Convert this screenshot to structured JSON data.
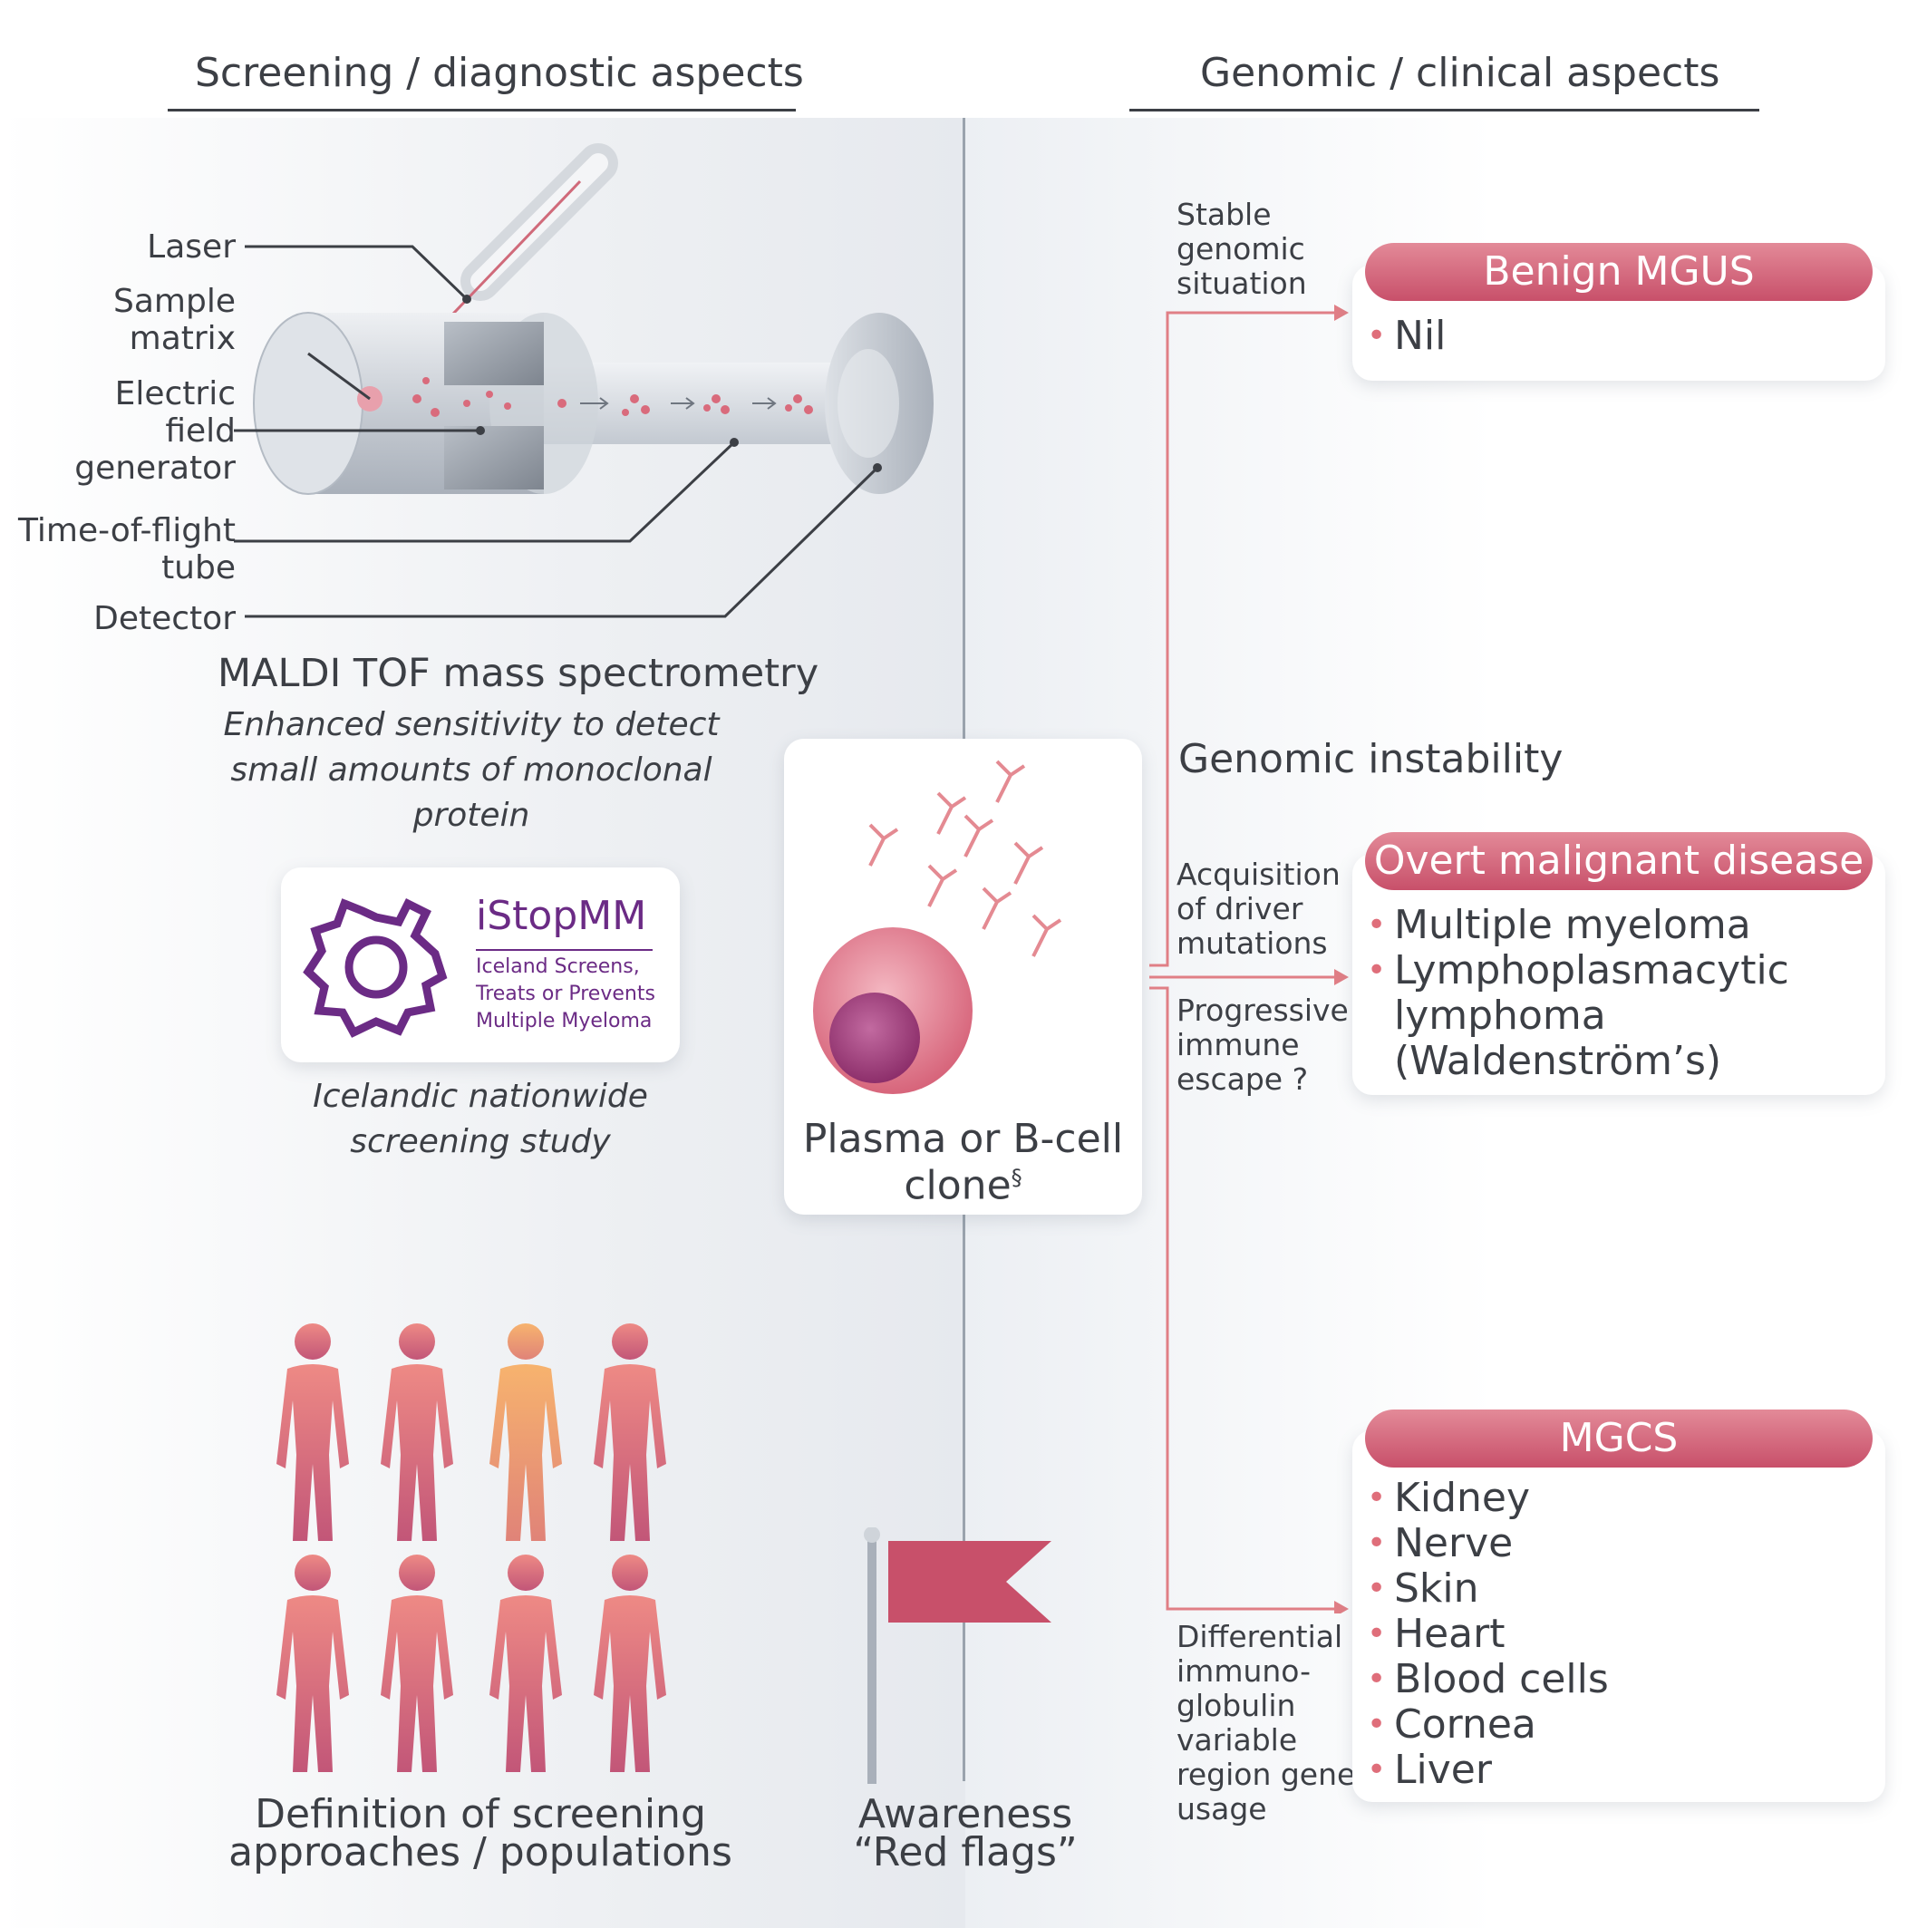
{
  "headers": {
    "left": "Screening / diagnostic aspects",
    "right": "Genomic / clinical aspects"
  },
  "maldi": {
    "labels": {
      "laser": "Laser",
      "sample_matrix": "Sample\nmatrix",
      "electric_field": "Electric\nfield\ngenerator",
      "tof_tube": "Time-of-flight\ntube",
      "detector": "Detector"
    },
    "title": "MALDI TOF mass spectrometry",
    "caption": "Enhanced sensitivity to detect small amounts of monoclonal protein"
  },
  "istopmm": {
    "name": "iStopMM",
    "line1": "Iceland Screens,",
    "line2": "Treats or Prevents",
    "line3": "Multiple Myeloma",
    "caption": "Icelandic nationwide screening study"
  },
  "cell": {
    "label": "Plasma or B-cell",
    "label2": "clone",
    "superscript": "§"
  },
  "populations": {
    "caption_line1": "Definition of screening",
    "caption_line2": "approaches / populations"
  },
  "awareness": {
    "line1": "Awareness",
    "line2": "“Red flags”"
  },
  "genomic_instability": "Genomic instability",
  "branches": {
    "stable": "Stable\ngenomic\nsituation",
    "driver": "Acquisition\nof driver\nmutations",
    "immune": "Progressive\nimmune\nescape ?",
    "differential": "Differential\nimmuno-\nglobulin\nvariable\nregion gene\nusage"
  },
  "categories": {
    "benign": {
      "title": "Benign MGUS",
      "items": [
        "Nil"
      ]
    },
    "overt": {
      "title": "Overt malignant disease",
      "items": [
        "Multiple myeloma",
        "Lymphoplasmacytic",
        "lymphoma",
        "(Waldenström’s)"
      ]
    },
    "mgcs": {
      "title": "MGCS",
      "items": [
        "Kidney",
        "Nerve",
        "Skin",
        "Heart",
        "Blood cells",
        "Cornea",
        "Liver"
      ]
    }
  },
  "colors": {
    "accent": "#c8506a",
    "accent_light": "#e38a98",
    "arrow": "#e07f86",
    "logo_purple": "#6b2b85",
    "text": "#3c3f45"
  }
}
